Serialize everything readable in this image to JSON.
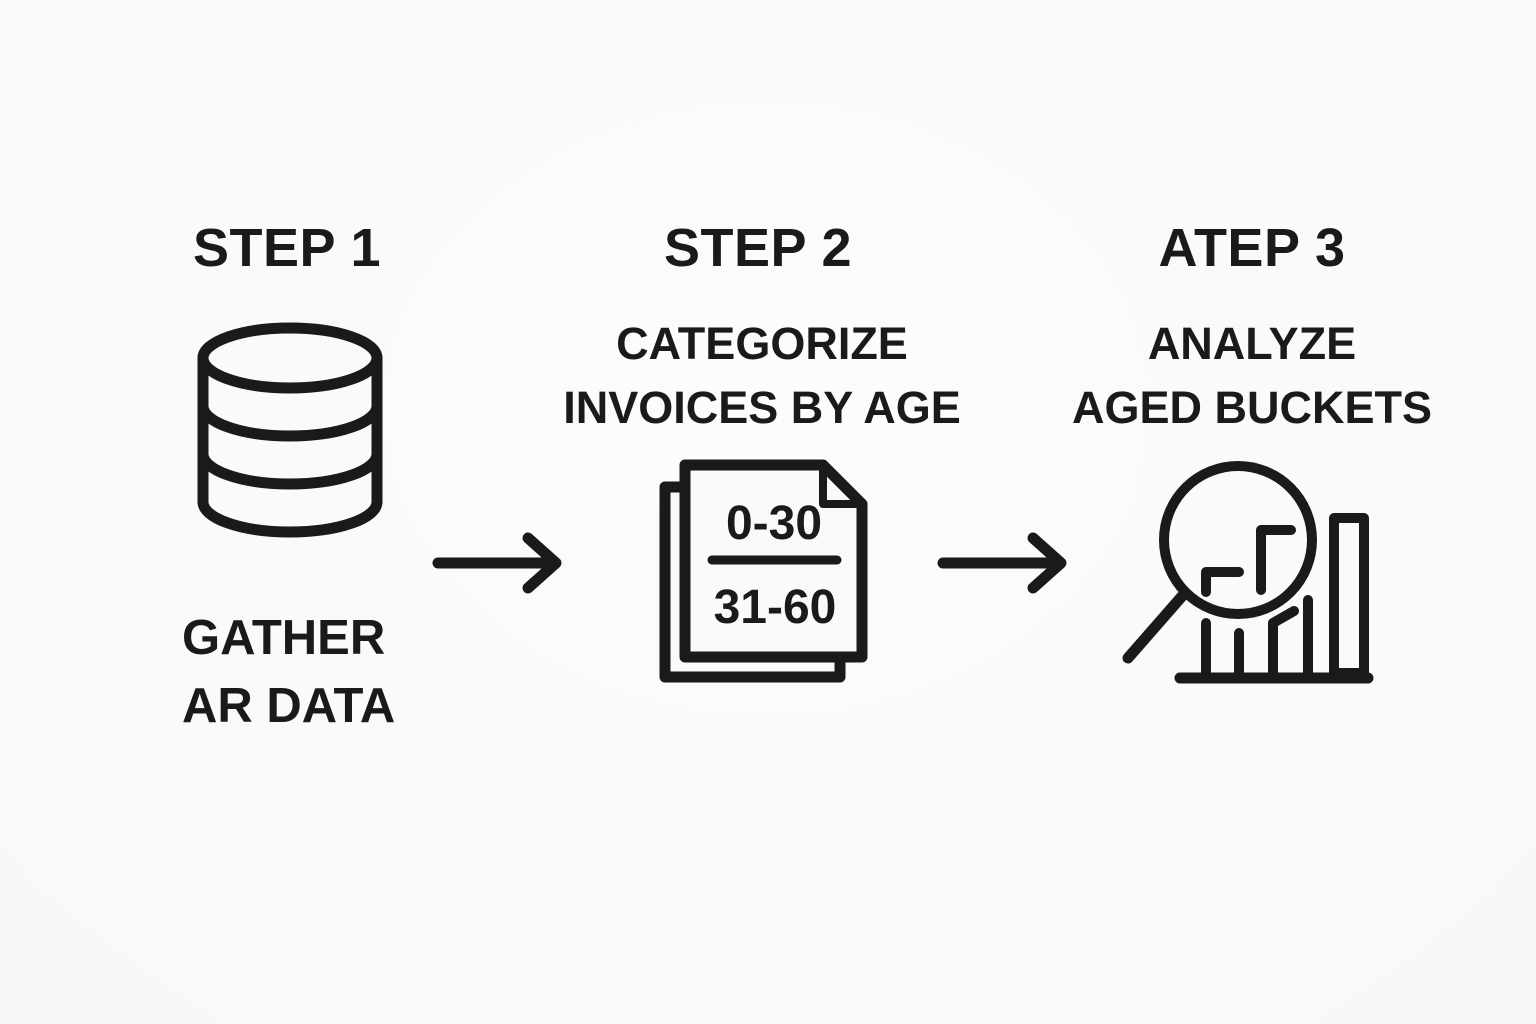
{
  "page": {
    "background": "#fafaf9",
    "ink": "#1a1a1a"
  },
  "steps": [
    {
      "heading": "STEP 1",
      "label_line1": "GATHER",
      "label_line2": "AR DATA",
      "icon": "database-icon"
    },
    {
      "heading": "STEP 2",
      "subtitle_line1": "CATEGORIZE",
      "subtitle_line2": "INVOICES BY AGE",
      "icon": "invoice-pages-icon",
      "doc_bucket_top": "0-30",
      "doc_bucket_bottom": "31-60"
    },
    {
      "heading": "ATEP 3",
      "subtitle_line1": "ANALYZE",
      "subtitle_line2": "AGED BUCKETS",
      "icon": "magnifier-bar-chart-icon"
    }
  ],
  "connectors": {
    "arrow_icon": "right-arrow-icon",
    "count": 2
  }
}
